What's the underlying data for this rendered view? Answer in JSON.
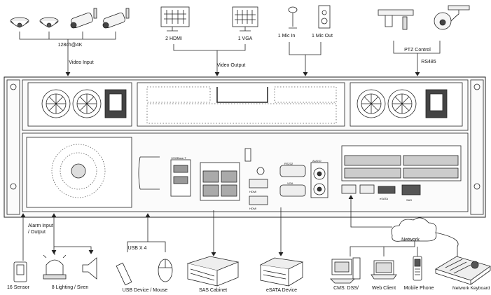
{
  "labels": {
    "channels": "128ch@4K",
    "video_input": "Video Input",
    "hdmi": "2 HDMI",
    "vga": "1 VGA",
    "video_output": "Video Output",
    "mic_in": "1 Mic In",
    "mic_out": "1 Mic Out",
    "ptz_control": "PTZ Control",
    "rs485": "RS485",
    "alarm_io": "Alarm Input\n/ Output",
    "usb_x4": "USB X 4",
    "network": "Network",
    "sensor": "16 Sensor",
    "lighting": "8 Lighting / Siren",
    "usb_device": "USB Device / Mouse",
    "sas": "SAS Cabinet",
    "esata": "eSATA Device",
    "cms": "CMS: DSS/",
    "web_client": "Web Client",
    "mobile": "Mobile Phone",
    "keyboard": "Network Keyboard"
  },
  "panel": {
    "ports": {
      "port_top_left": "1000Base-T",
      "hdmi1": "HDMI",
      "hdmi2": "HDMI",
      "rs232": "RS232",
      "vga": "VGA",
      "audio": "AUDIO",
      "esata": "eSATA",
      "sas": "SAS"
    }
  }
}
